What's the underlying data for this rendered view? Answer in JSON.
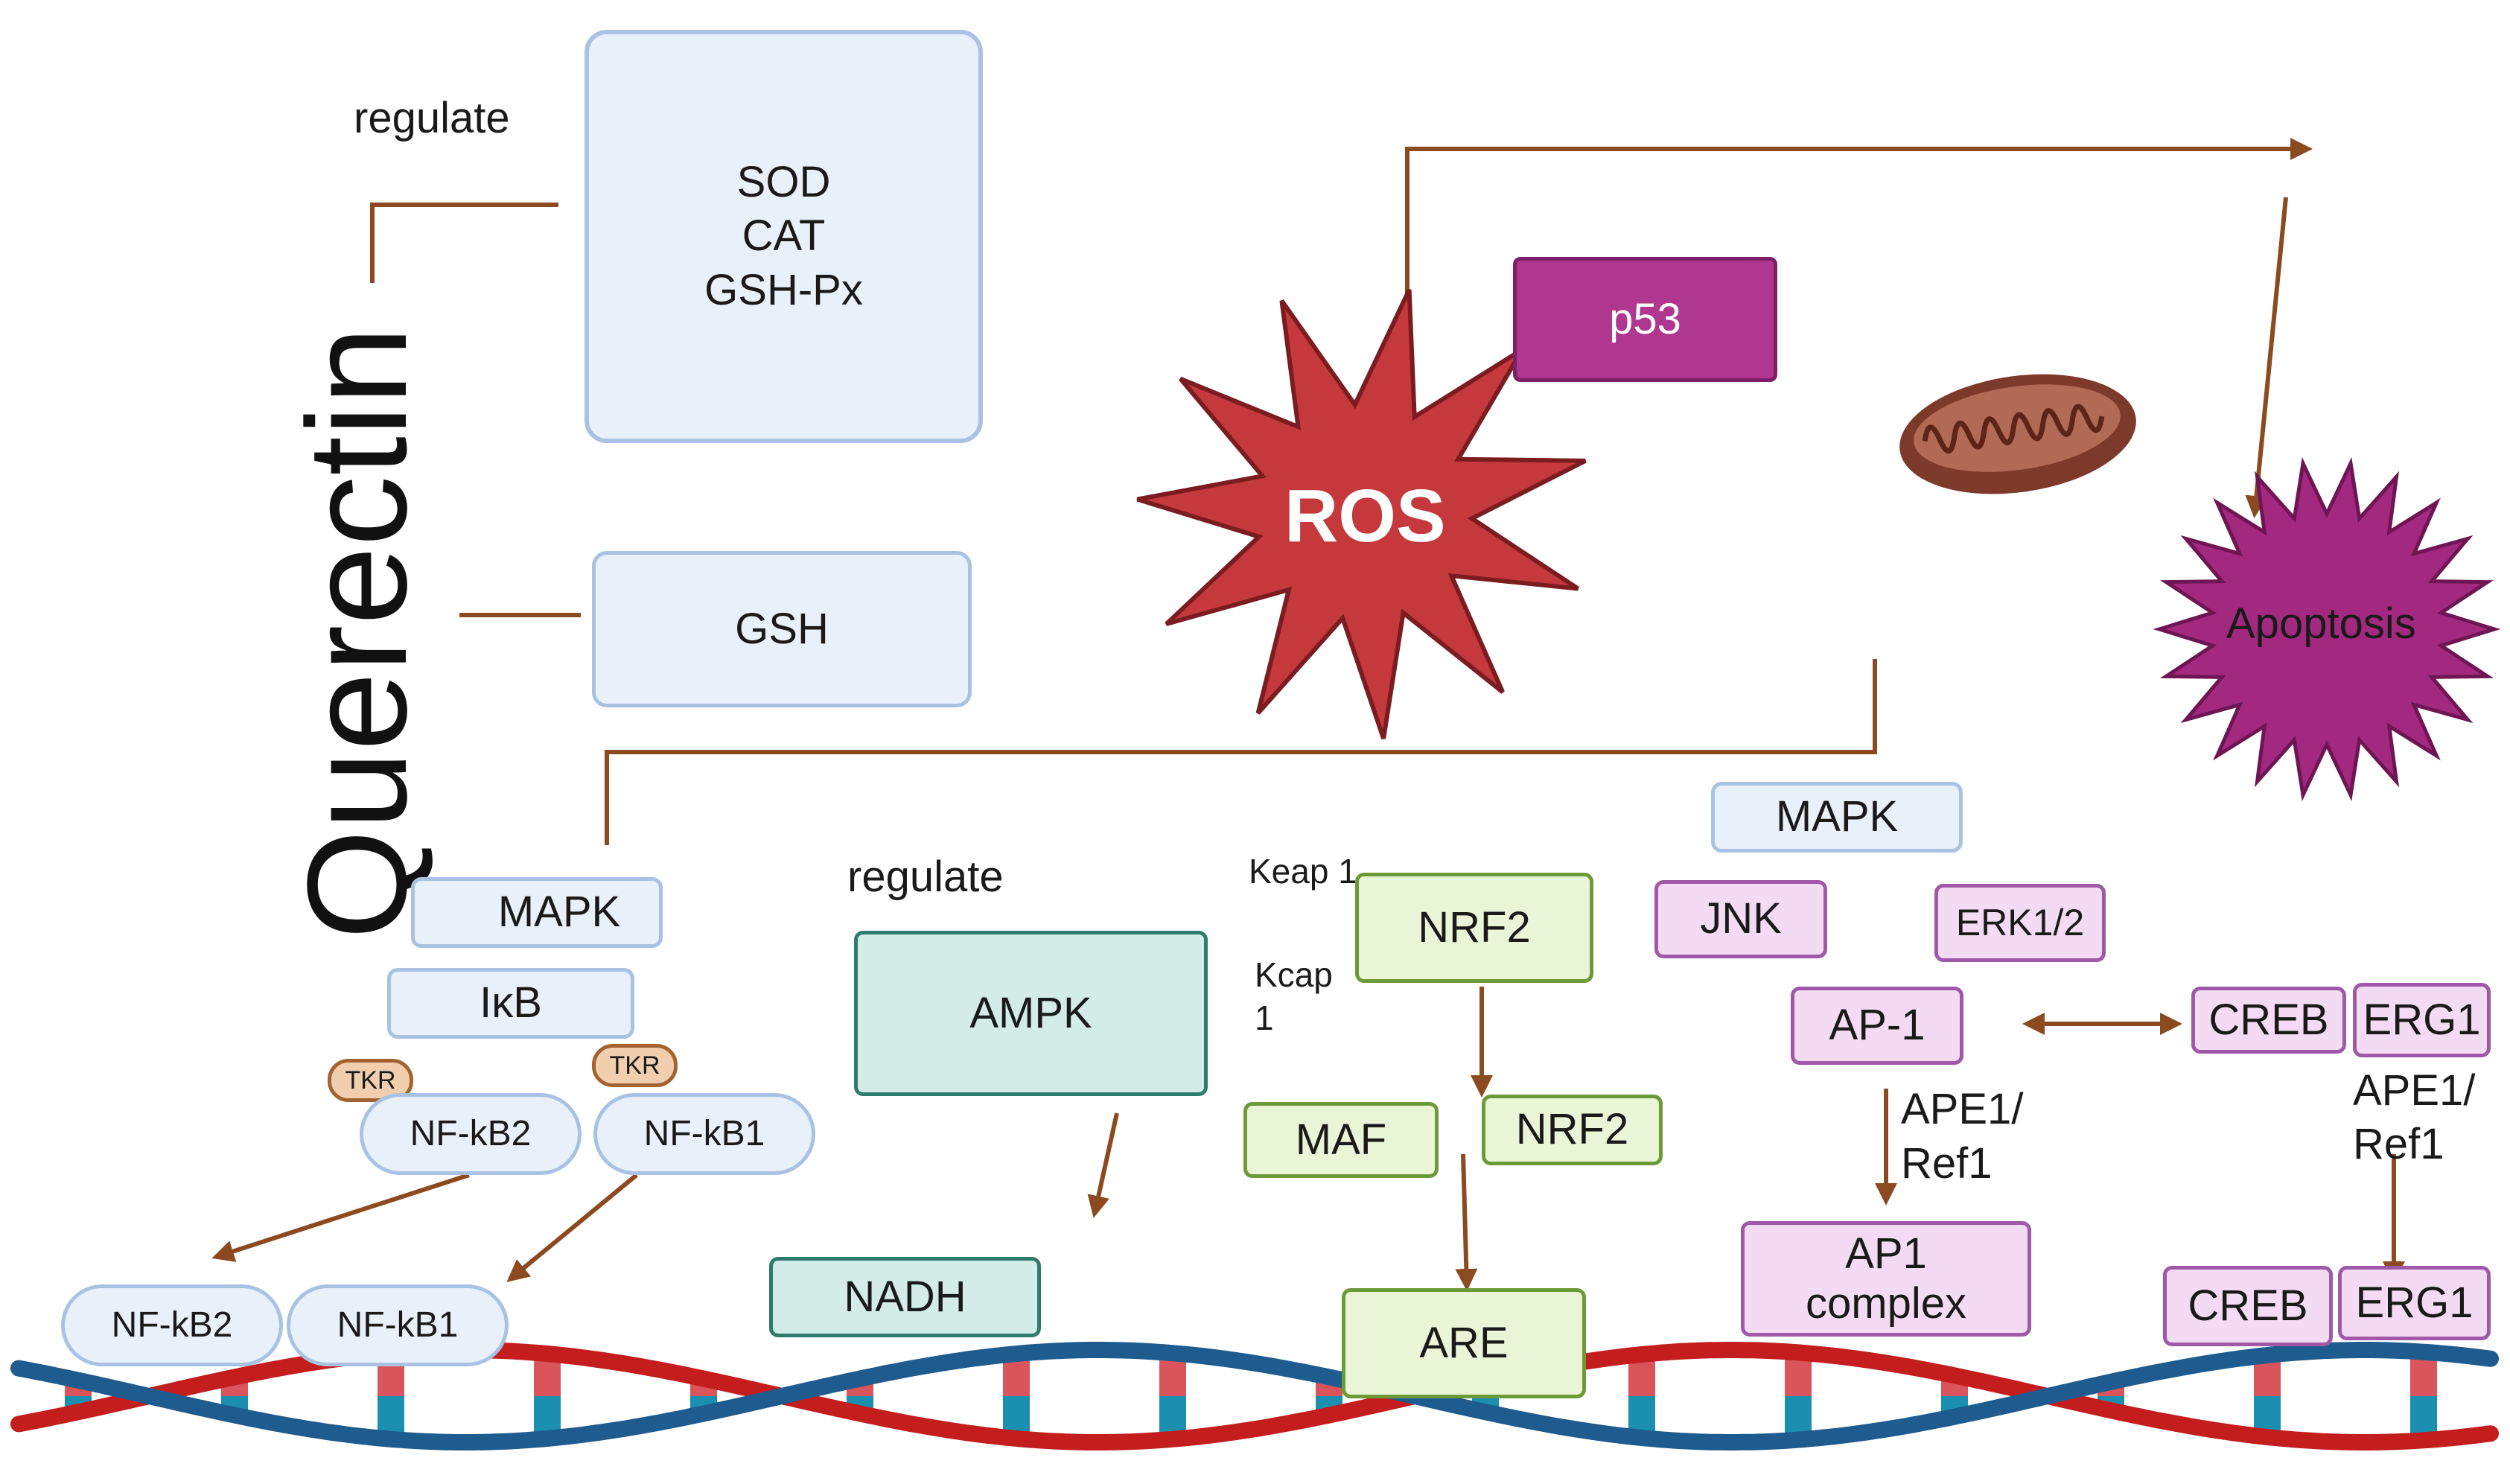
{
  "title": "Querectin",
  "labels": {
    "regulate_top": "regulate",
    "regulate_mid": "regulate",
    "keap1": "Keap 1",
    "kcap1_line1": "Kcap",
    "kcap1_line2": "1",
    "ape1_ap_line1": "APE1/",
    "ape1_ap_line2": "Ref1",
    "ape1_erg_line1": "APE1/",
    "ape1_erg_line2": "Ref1"
  },
  "antioxidant": {
    "enzymes": [
      "SOD",
      "CAT",
      "GSH-Px"
    ],
    "gsh": "GSH"
  },
  "ros": {
    "label": "ROS",
    "p53": "p53",
    "apoptosis": "Apoptosis"
  },
  "nfkb_pathway": {
    "mapk": "MAPK",
    "ikb": "IκB",
    "tkr": "TKR",
    "nfkb2": "NF-kB2",
    "nfkb1": "NF-kB1"
  },
  "ampk_pathway": {
    "ampk": "AMPK",
    "nadh": "NADH"
  },
  "nrf2_pathway": {
    "nrf2": "NRF2",
    "maf": "MAF",
    "are": "ARE"
  },
  "mapk_pathway": {
    "mapk": "MAPK",
    "jnk": "JNK",
    "erk": "ERK1/2",
    "ap1": "AP-1",
    "creb": "CREB",
    "erg1": "ERG1",
    "ap1_complex_line1": "AP1",
    "ap1_complex_line2": "complex"
  },
  "colors": {
    "connector": "#8b4a1f",
    "ros_fill": "#c5393c",
    "apoptosis_fill": "#a3287f",
    "dna_blue": "#1e5b8e",
    "dna_red": "#c41d1d"
  },
  "icons": [
    "mitochondrion-icon",
    "dna-helix-icon",
    "ros-burst-icon",
    "apoptosis-burst-icon"
  ]
}
